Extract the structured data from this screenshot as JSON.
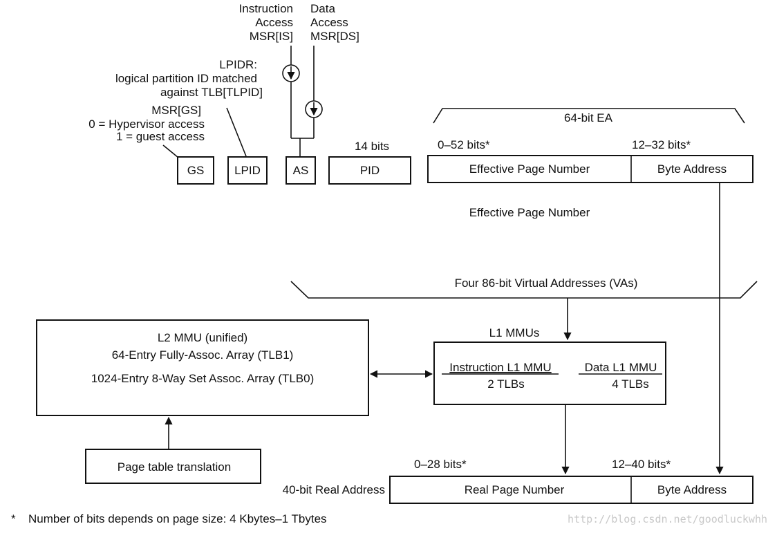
{
  "inputs": {
    "instruction": [
      "Instruction",
      "Access",
      "MSR[IS]"
    ],
    "data": [
      "Data",
      "Access",
      "MSR[DS]"
    ],
    "lpidr": [
      "LPIDR:",
      "logical partition ID matched",
      "against TLB[TLPID]"
    ],
    "msrgs": [
      "MSR[GS]",
      "0 = Hypervisor access",
      "1 = guest access"
    ]
  },
  "fields": {
    "gs": "GS",
    "lpid": "LPID",
    "as": "AS",
    "pid": "PID",
    "pid_bits": "14 bits"
  },
  "ea": {
    "title": "64-bit EA",
    "epn_bits": "0–52 bits*",
    "ba_bits": "12–32 bits*",
    "epn": "Effective Page Number",
    "ba": "Byte Address",
    "epn_caption": "Effective Page Number"
  },
  "va": {
    "title": "Four 86-bit Virtual Addresses (VAs)"
  },
  "l1": {
    "title": "L1 MMUs",
    "instr_title": "Instruction L1 MMU",
    "instr_tlbs": "2 TLBs",
    "data_title": "Data L1 MMU",
    "data_tlbs": "4 TLBs"
  },
  "l2": {
    "lines": [
      "L2 MMU (unified)",
      "64-Entry Fully-Assoc. Array (TLB1)",
      "1024-Entry 8-Way Set Assoc. Array (TLB0)"
    ]
  },
  "pagetable": "Page table translation",
  "ra": {
    "label": "40-bit Real Address",
    "rpn_bits": "0–28 bits*",
    "ba_bits": "12–40 bits*",
    "rpn": "Real Page Number",
    "ba": "Byte Address"
  },
  "footnote": {
    "star": "*",
    "text": "Number of bits depends on page size: 4 Kbytes–1 Tbytes"
  },
  "watermark": "http://blog.csdn.net/goodluckwhh"
}
